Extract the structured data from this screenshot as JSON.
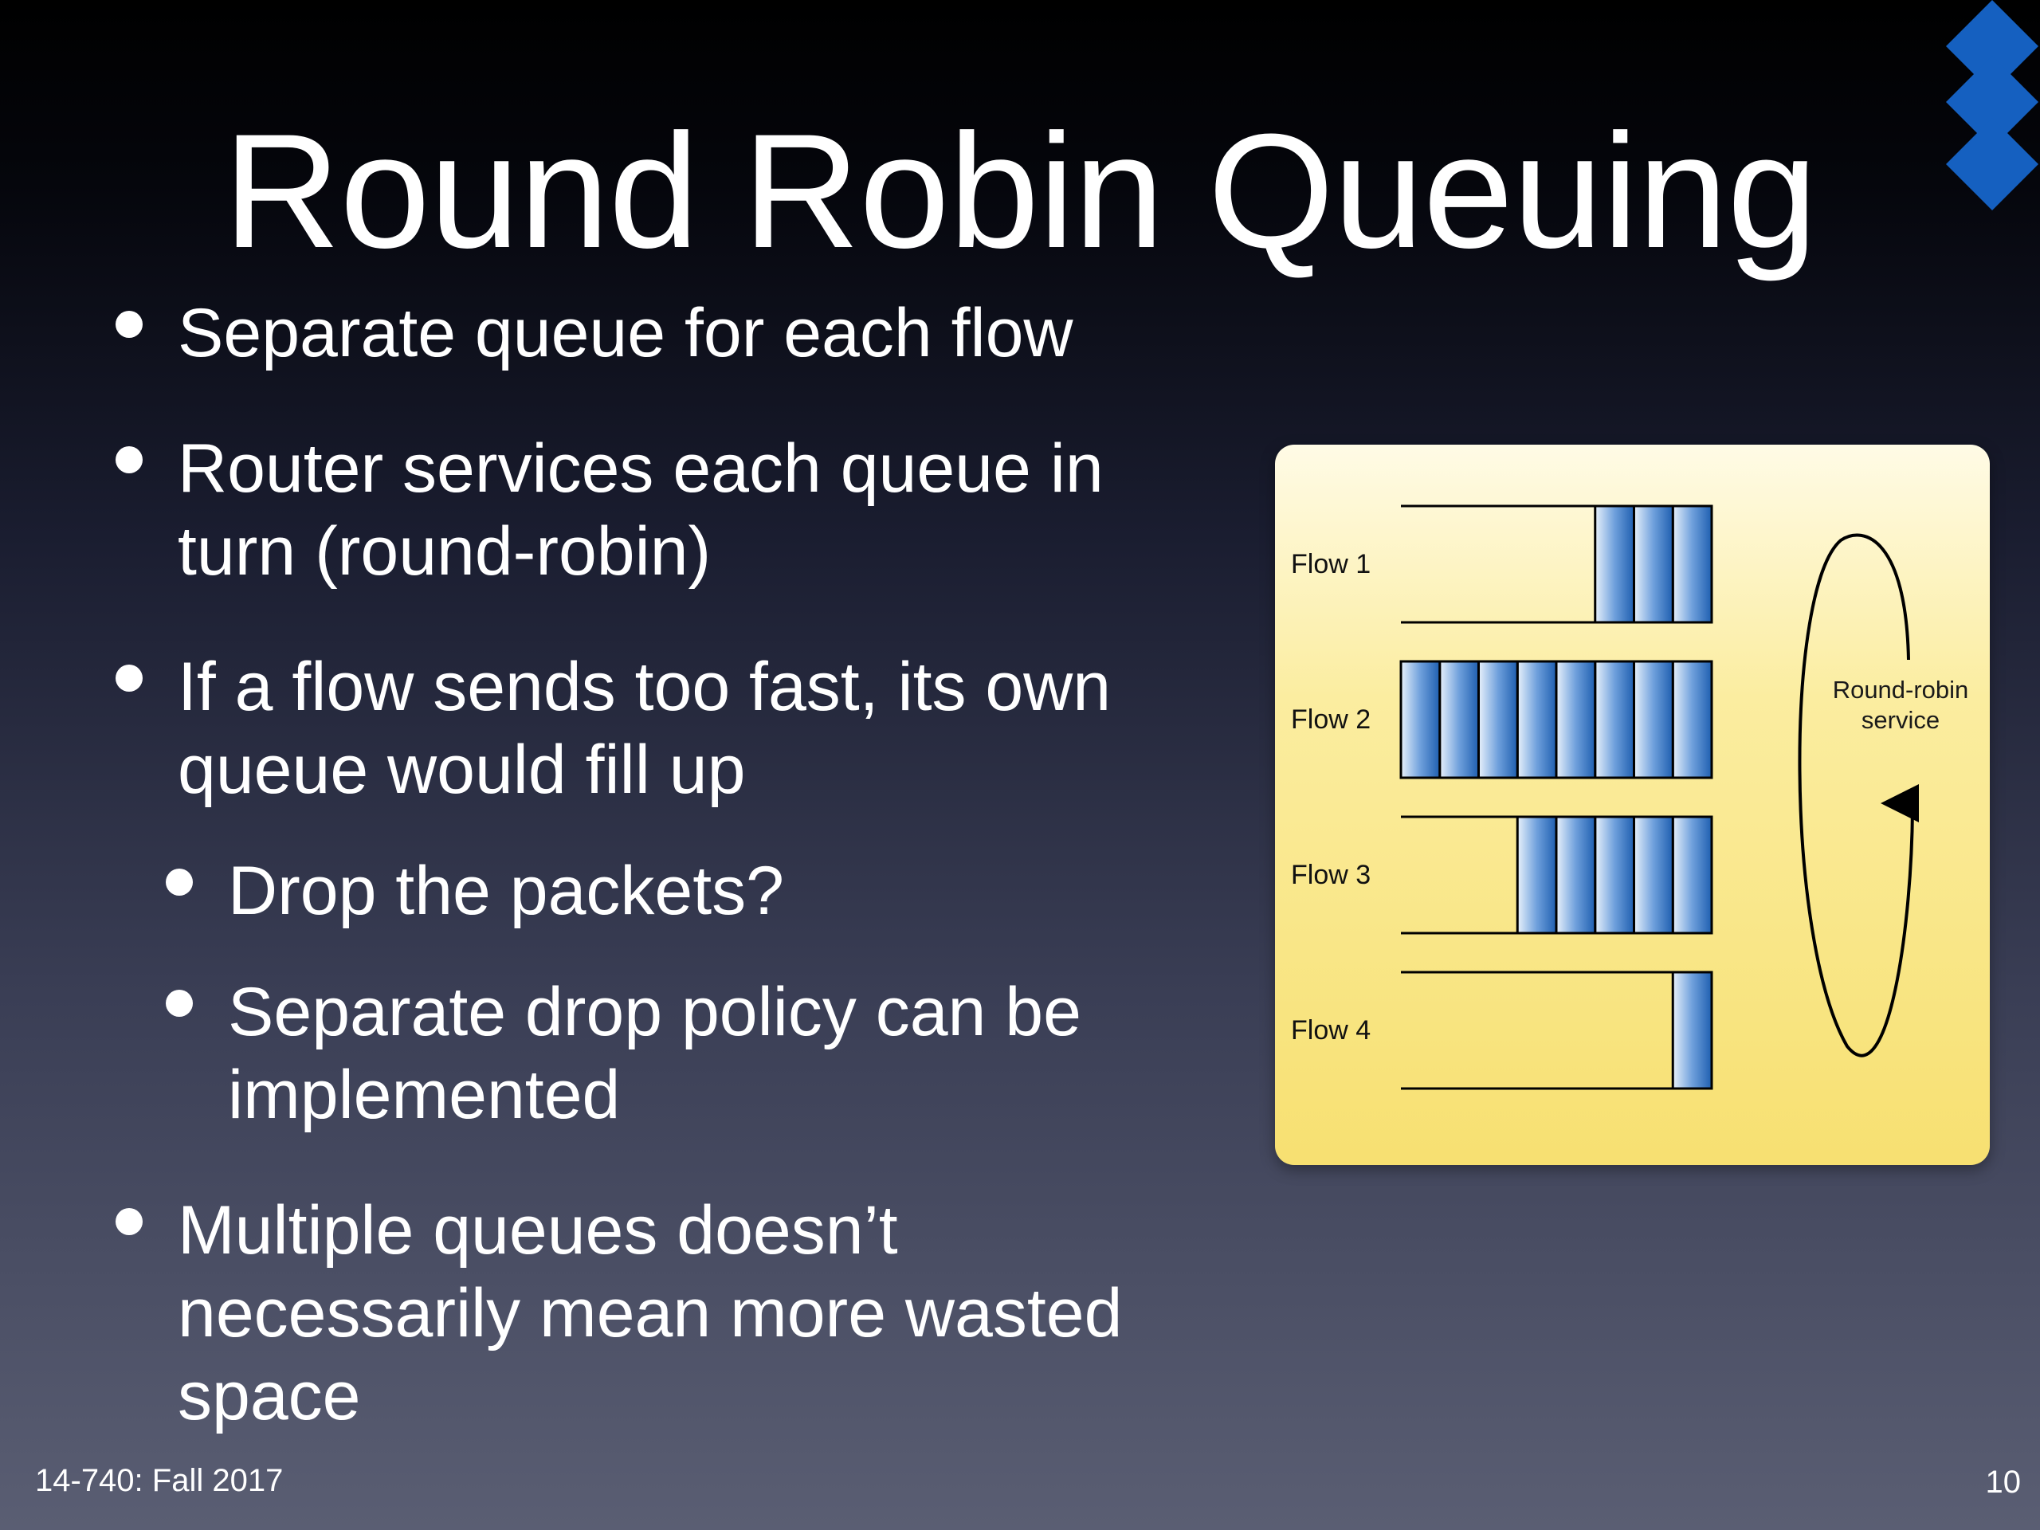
{
  "slide": {
    "title": "Round Robin Queuing",
    "bullets": [
      {
        "level": 1,
        "lines": [
          "Separate queue for each flow"
        ]
      },
      {
        "level": 1,
        "lines": [
          "Router services each queue in",
          "turn (round-robin)"
        ]
      },
      {
        "level": 1,
        "lines": [
          "If a flow sends too fast, its own",
          "queue would fill up"
        ]
      },
      {
        "level": 2,
        "lines": [
          "Drop the packets?"
        ]
      },
      {
        "level": 2,
        "lines": [
          "Separate drop policy can be",
          "implemented"
        ]
      },
      {
        "level": 1,
        "lines": [
          "Multiple queues doesn’t",
          "necessarily mean more wasted",
          "space"
        ]
      }
    ],
    "footer": {
      "course": "14-740: Fall 2017",
      "page_number": "10"
    }
  },
  "diagram": {
    "flows": [
      {
        "label": "Flow 1",
        "packets": 3
      },
      {
        "label": "Flow 2",
        "packets": 8
      },
      {
        "label": "Flow 3",
        "packets": 5
      },
      {
        "label": "Flow 4",
        "packets": 1
      }
    ],
    "service_label_lines": [
      "Round-robin",
      "service"
    ],
    "colors": {
      "packet_light": "#e8f1fb",
      "packet_dark": "#1f5fb0",
      "panel": "#f7e071"
    }
  },
  "logo": {
    "icon": "blue-diamonds-logo",
    "color": "#1560c0"
  }
}
